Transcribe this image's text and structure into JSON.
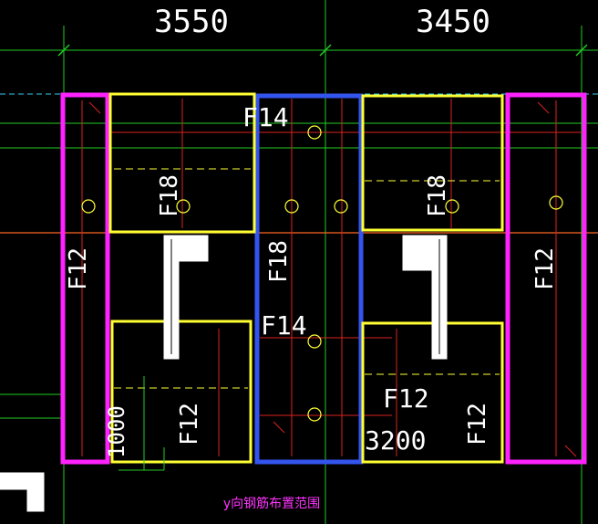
{
  "dimensions": {
    "left": "3550",
    "right": "3450"
  },
  "labels": {
    "f14_top": "F14",
    "f14_mid": "F14",
    "f18_left": "F18",
    "f18_center": "F18",
    "f18_right": "F18",
    "f12_left": "F12",
    "f12_right": "F12",
    "f12_bottom_left": "F12",
    "f12_bottom_right": "F12",
    "f12_bottom_mid": "F12",
    "dim_1000": "1000",
    "dim_3200": "3200"
  },
  "caption": "y向钢筋布置范围",
  "colors": {
    "magenta": "#ff22ff",
    "yellow": "#ffff33",
    "blue": "#3355ee",
    "green": "#22cc22",
    "red": "#dd2222",
    "orange": "#ff6622",
    "cyan": "#33ccee",
    "white": "#ffffff"
  }
}
